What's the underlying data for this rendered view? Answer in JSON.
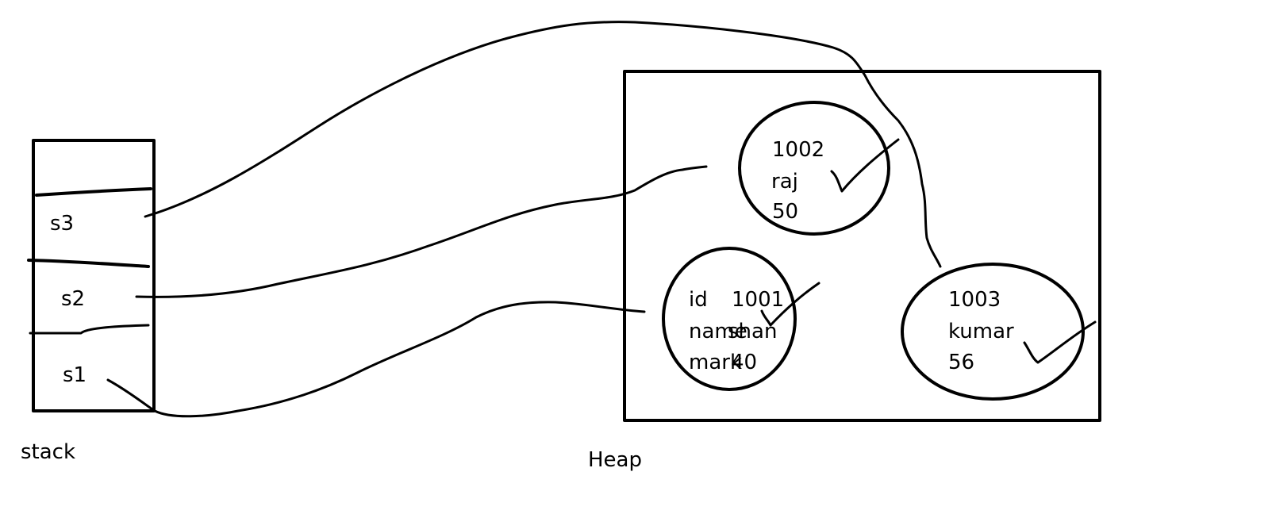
{
  "stack": {
    "caption": "stack",
    "slots": [
      "s3",
      "s2",
      "s1"
    ]
  },
  "heap": {
    "caption": "Heap",
    "objects": {
      "obj1002": {
        "id": "1002",
        "name": "raj",
        "marks": "50"
      },
      "obj1001": {
        "field_labels": [
          "id",
          "name",
          "mark"
        ],
        "id": "1001",
        "name": "shan",
        "marks": "40"
      },
      "obj1003": {
        "id": "1003",
        "name": "kumar",
        "marks": "56"
      }
    }
  },
  "colors": {
    "ink": "#000000",
    "background": "#ffffff"
  }
}
